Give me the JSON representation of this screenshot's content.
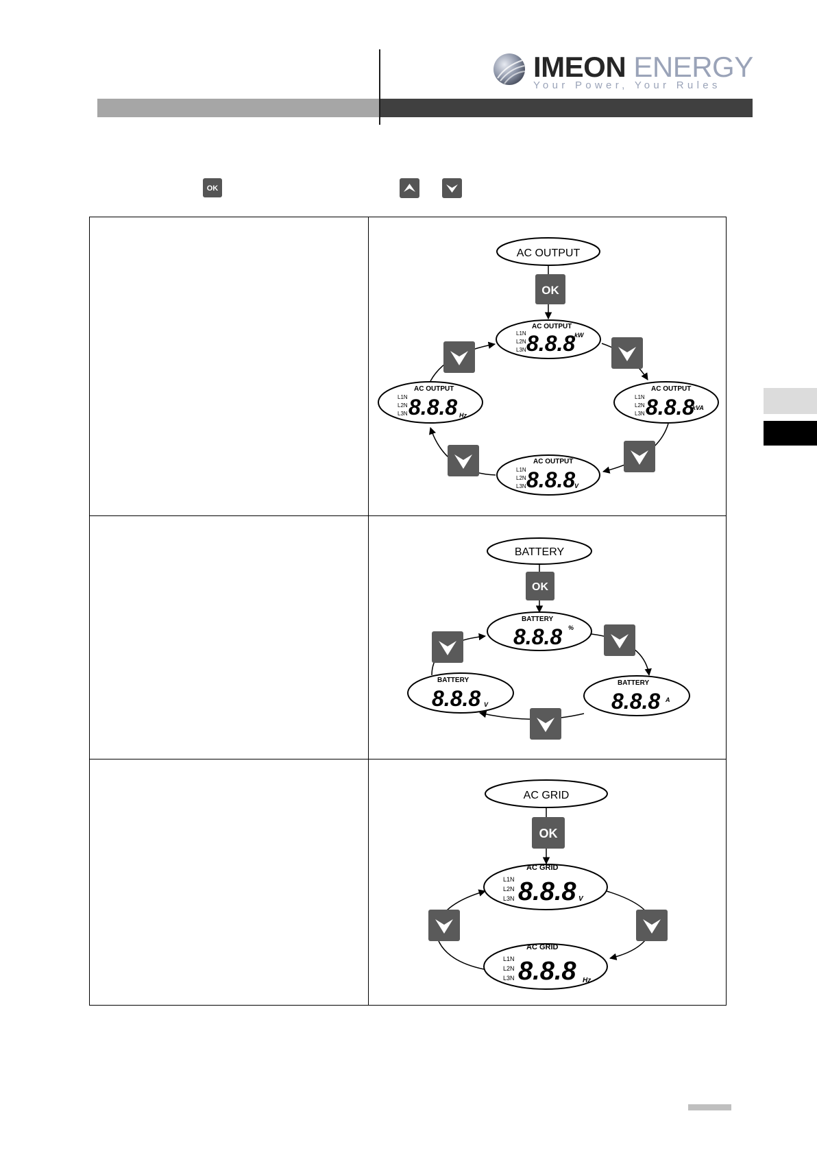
{
  "header": {
    "brand_word1": "IMEON",
    "brand_word2": "ENERGY",
    "tagline": "Your Power, Your Rules"
  },
  "intro_keys": {
    "ok_label": "OK"
  },
  "colors": {
    "button_gray": "#5a5a5a",
    "header_dark": "#404040",
    "header_light": "#a6a6a6",
    "brand_blue_gray": "#9aa3b8"
  },
  "icons": {
    "ok_key": "ok-key-icon",
    "up_key": "up-arrow-key-icon",
    "down_key": "down-arrow-key-icon"
  },
  "diagrams": {
    "ac_output": {
      "menu_label": "AC OUTPUT",
      "ok_label": "OK",
      "display_title": "AC OUTPUT",
      "digits": "8.8.8",
      "phases": [
        "L1N",
        "L2N",
        "L3N"
      ],
      "units": {
        "power": "kW",
        "apparent": "kVA",
        "voltage": "V",
        "frequency": "Hz"
      }
    },
    "battery": {
      "menu_label": "BATTERY",
      "ok_label": "OK",
      "display_title": "BATTERY",
      "digits": "8.8.8",
      "units": {
        "percent": "%",
        "current": "A",
        "voltage": "V"
      }
    },
    "ac_grid": {
      "menu_label": "AC GRID",
      "ok_label": "OK",
      "display_title": "AC GRID",
      "digits": "8.8.8",
      "phases": [
        "L1N",
        "L2N",
        "L3N"
      ],
      "units": {
        "voltage": "V",
        "frequency": "Hz"
      }
    }
  }
}
